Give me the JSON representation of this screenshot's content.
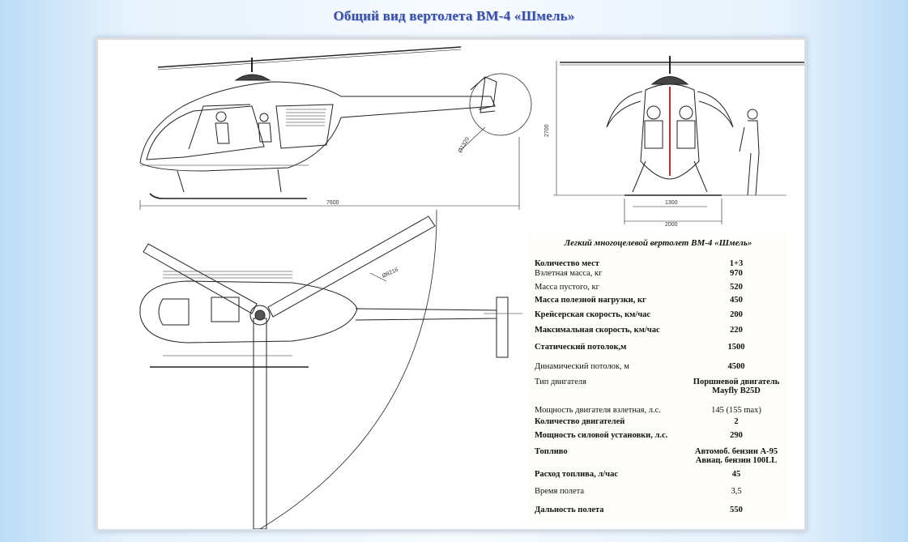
{
  "title": "Общий вид вертолета ВМ-4 «Шмель»",
  "dimensions": {
    "length": "7600",
    "height": "2700",
    "tail_rotor_diameter": "Ø1320",
    "main_rotor_diameter": "Ø8216",
    "skid_track": "1300",
    "width": "2000"
  },
  "specs": {
    "title": "Легкий многоцелевой вертолет ВМ-4 «Шмель»",
    "rows": [
      {
        "label": "Количество мест",
        "value": "1+3",
        "bold": true
      },
      {
        "label": "Взлетная масса, кг",
        "value": "970",
        "bold": false
      },
      {
        "label": "Масса пустого, кг",
        "value": "520",
        "bold": false
      },
      {
        "label": "Масса полезной нагрузки, кг",
        "value": "450",
        "bold": true
      },
      {
        "label": "Крейсерская скорость, км/час",
        "value": "200",
        "bold": true
      },
      {
        "label": "Максимальная скорость, км/час",
        "value": "220",
        "bold": true
      },
      {
        "label": "Статический потолок,м",
        "value": "1500",
        "bold": true
      },
      {
        "label": "Динамический потолок, м",
        "value": "4500",
        "bold": false
      },
      {
        "label": "Тип двигателя",
        "value": "Поршневой двигатель Mayfly B25D",
        "bold": false
      },
      {
        "label": "Мощность двигателя взлетная, л.с.",
        "value": "145  (155 max)",
        "bold": false
      },
      {
        "label": "Количество двигателей",
        "value": "2",
        "bold": true
      },
      {
        "label": "Мощность силовой установки, л.с.",
        "value": "290",
        "bold": true
      },
      {
        "label": "Топливо",
        "value": "Автомоб. бензин А-95 Авиац. бензин 100LL",
        "bold": true
      },
      {
        "label": "Расход топлива, л/час",
        "value": "45",
        "bold": true
      },
      {
        "label": "Время полета",
        "value": "3,5",
        "bold": false
      },
      {
        "label": "Дальность полета",
        "value": "550",
        "bold": true
      }
    ]
  }
}
